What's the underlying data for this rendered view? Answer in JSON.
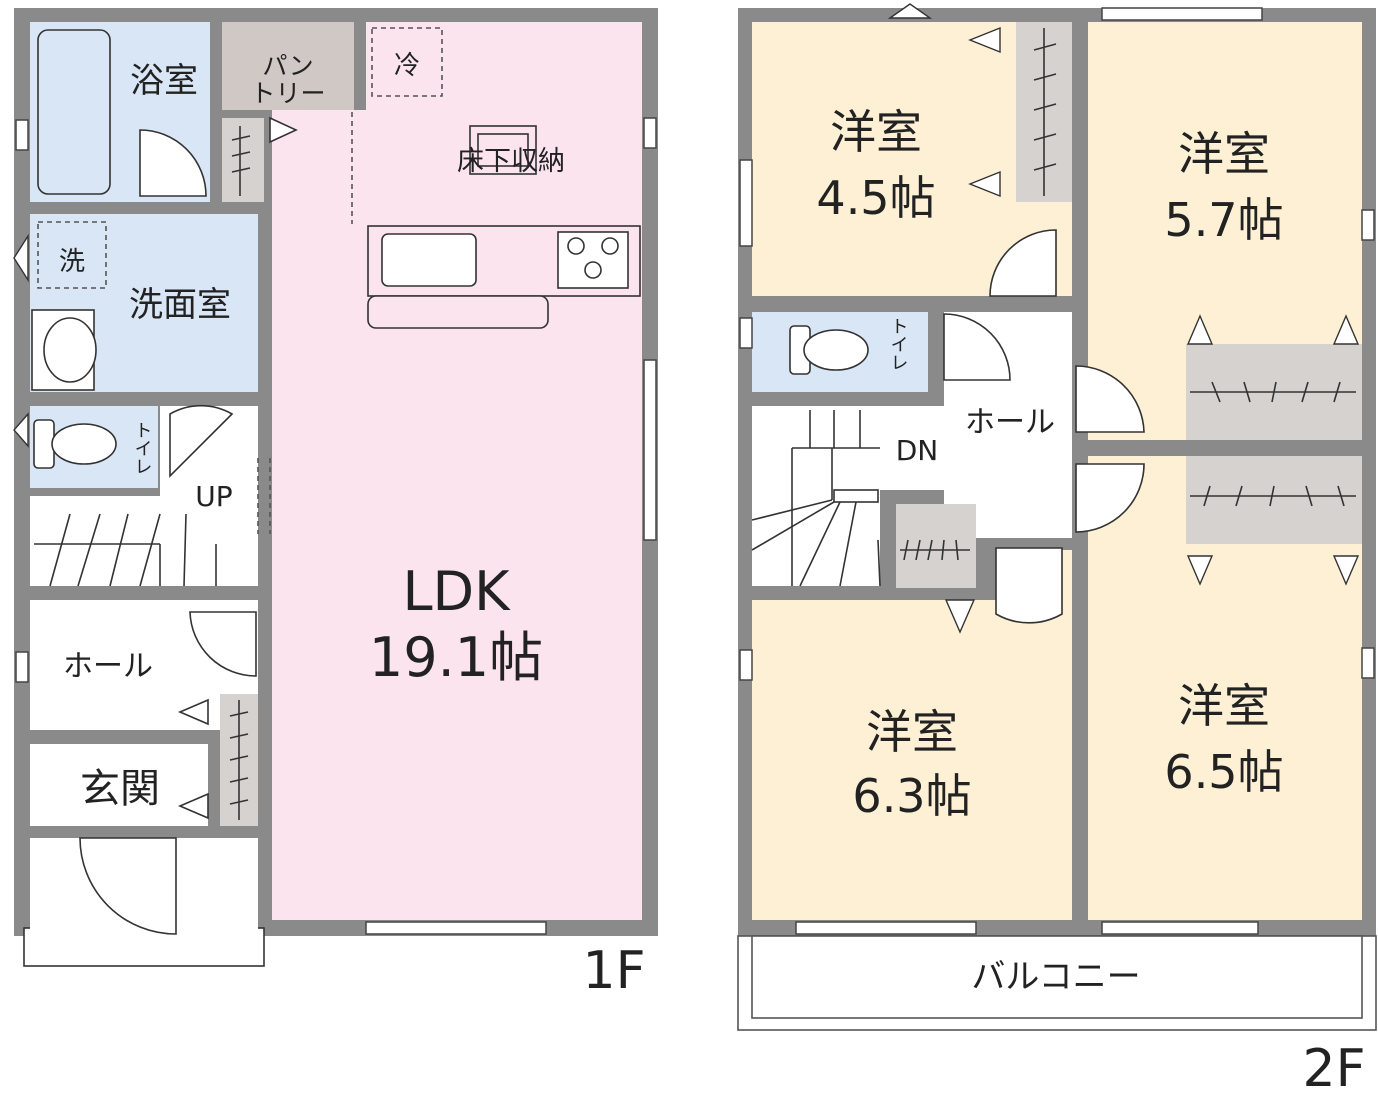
{
  "floors": {
    "first": {
      "label": "1F",
      "rooms": {
        "bath": "浴室",
        "pantry": "パン\nトリー",
        "fridge": "冷",
        "underfloor": "床下収納",
        "washer": "洗",
        "washroom": "洗面室",
        "toilet": "トイレ",
        "up": "UP",
        "hall": "ホール",
        "entrance": "玄関",
        "ldk_name": "LDK",
        "ldk_size": "19.1帖"
      }
    },
    "second": {
      "label": "2F",
      "rooms": {
        "room_a_name": "洋室",
        "room_a_size": "4.5帖",
        "room_b_name": "洋室",
        "room_b_size": "5.7帖",
        "toilet": "トイレ",
        "hall": "ホール",
        "dn": "DN",
        "room_c_name": "洋室",
        "room_c_size": "6.3帖",
        "room_d_name": "洋室",
        "room_d_size": "6.5帖",
        "balcony": "バルコニー"
      }
    }
  },
  "colors": {
    "wall": "#8a8a8a",
    "wet_area": "#d9e6f5",
    "ldk": "#fbe4ee",
    "bedroom": "#fdf0d4",
    "storage": "#d6d2cf",
    "utility": "#cfc8c4"
  }
}
